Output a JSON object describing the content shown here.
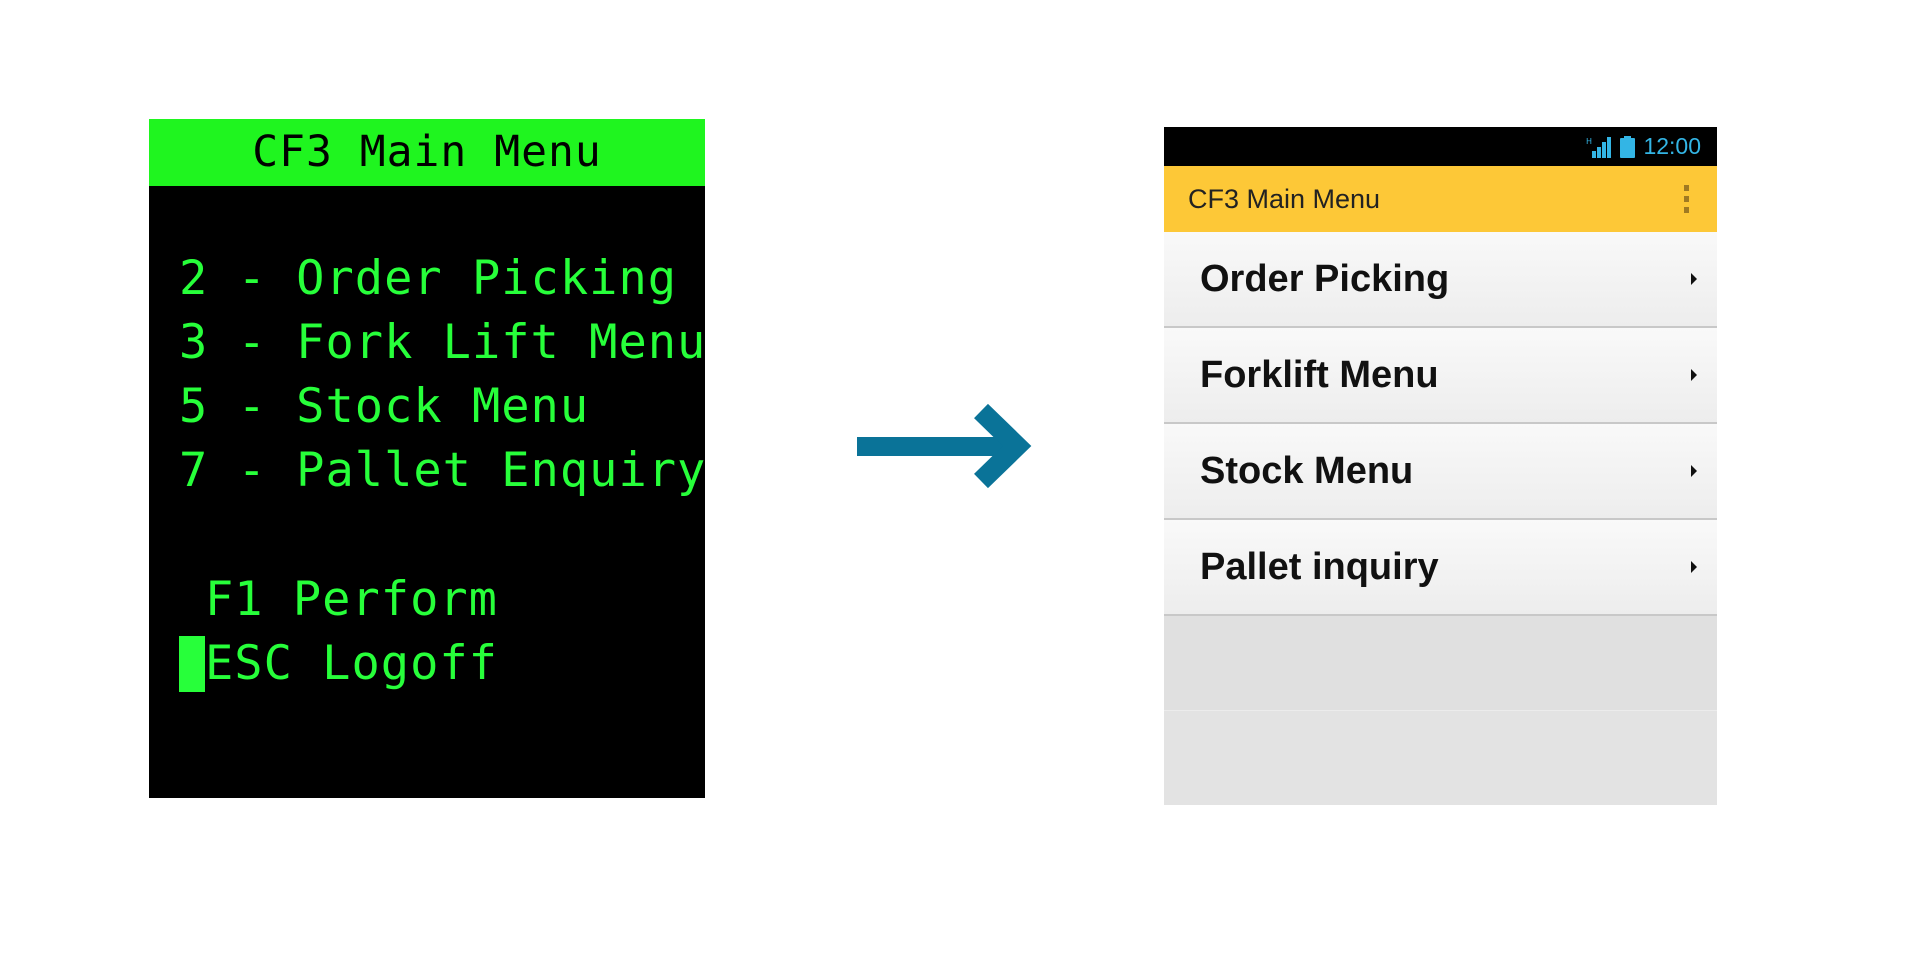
{
  "terminal": {
    "title": "CF3 Main Menu",
    "menu_lines": [
      "2 - Order Picking",
      "3 - Fork Lift Menu",
      "5 - Stock Menu",
      "7 - Pallet Enquiry"
    ],
    "function_keys": {
      "perform": "F1 Perform",
      "logoff": "ESC Logoff"
    },
    "colors": {
      "background": "#000000",
      "text": "#27ff3a",
      "title_bar": "#1ff51f"
    }
  },
  "arrow": {
    "icon": "right-arrow-icon",
    "color": "#0a7398"
  },
  "mobile": {
    "status_bar": {
      "time": "12:00",
      "icons": [
        "signal-icon",
        "battery-icon"
      ]
    },
    "action_bar": {
      "title": "CF3 Main Menu",
      "overflow_icon": "overflow-menu-icon",
      "color": "#fdc837"
    },
    "menu_items": [
      {
        "label": "Order Picking"
      },
      {
        "label": "Forklift Menu"
      },
      {
        "label": "Stock Menu"
      },
      {
        "label": "Pallet inquiry"
      }
    ]
  }
}
